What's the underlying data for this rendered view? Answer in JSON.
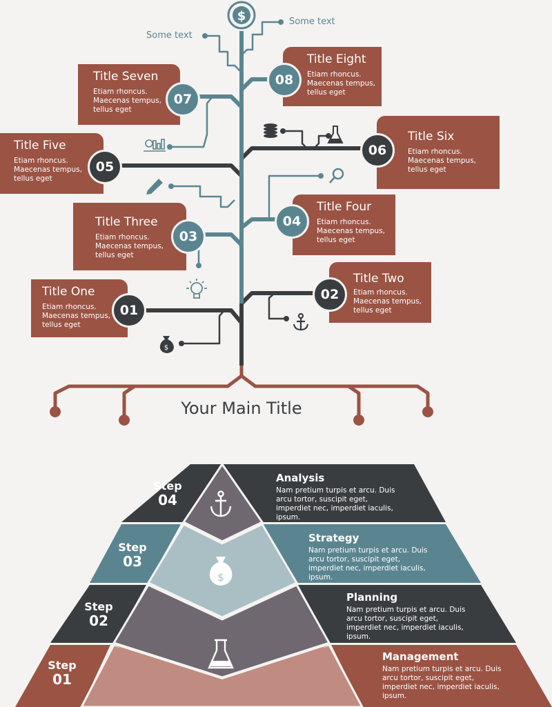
{
  "tree": {
    "notes": [
      "Some text",
      "Some text"
    ],
    "main_title": "Your Main Title",
    "cards": [
      {
        "num": "01",
        "title": "Title One",
        "body": "Etiam rhoncus. Maecenas tempus, tellus eget"
      },
      {
        "num": "02",
        "title": "Title Two",
        "body": "Etiam rhoncus. Maecenas tempus, tellus eget"
      },
      {
        "num": "03",
        "title": "Title Three",
        "body": "Etiam rhoncus. Maecenas tempus, tellus eget"
      },
      {
        "num": "04",
        "title": "Title Four",
        "body": "Etiam rhoncus. Maecenas tempus, tellus eget"
      },
      {
        "num": "05",
        "title": "Title Five",
        "body": "Etiam rhoncus. Maecenas tempus, tellus eget"
      },
      {
        "num": "06",
        "title": "Title Six",
        "body": "Etiam rhoncus. Maecenas tempus, tellus eget"
      },
      {
        "num": "07",
        "title": "Title Seven",
        "body": "Etiam rhoncus. Maecenas tempus, tellus eget"
      },
      {
        "num": "08",
        "title": "Title Eight",
        "body": "Etiam rhoncus. Maecenas tempus, tellus eget"
      }
    ],
    "icons": [
      "dollar-icon",
      "bar-chart-icon",
      "coins-icon",
      "flask-icon",
      "pencil-icon",
      "magnifier-icon",
      "lightbulb-icon",
      "money-bag-icon",
      "anchor-icon"
    ]
  },
  "pyramid": {
    "steps": [
      {
        "word": "Step",
        "num": "04",
        "title": "Analysis",
        "body": "Nam pretium turpis et arcu. Duis arcu tortor, suscipit eget, imperdiet nec, imperdiet iaculis, ipsum.",
        "icon": "anchor-icon"
      },
      {
        "word": "Step",
        "num": "03",
        "title": "Strategy",
        "body": "Nam pretium turpis et arcu. Duis arcu tortor, suscipit eget, imperdiet nec, imperdiet iaculis, ipsum.",
        "icon": "money-bag-icon"
      },
      {
        "word": "Step",
        "num": "02",
        "title": "Planning",
        "body": "Nam pretium turpis et arcu. Duis arcu tortor, suscipit eget, imperdiet nec, imperdiet iaculis, ipsum.",
        "icon": "flask-icon"
      },
      {
        "word": "Step",
        "num": "01",
        "title": "Management",
        "body": "Nam pretium turpis et arcu. Duis arcu tortor, suscipit eget, imperdiet nec, imperdiet iaculis, ipsum.",
        "icon": "none"
      }
    ]
  },
  "colors": {
    "rust": "#9b5344",
    "teal": "#5a8590",
    "dark": "#3a3d40",
    "mauve": "#6f6870",
    "light_teal": "#a9bfc4",
    "pink": "#c08b80"
  }
}
